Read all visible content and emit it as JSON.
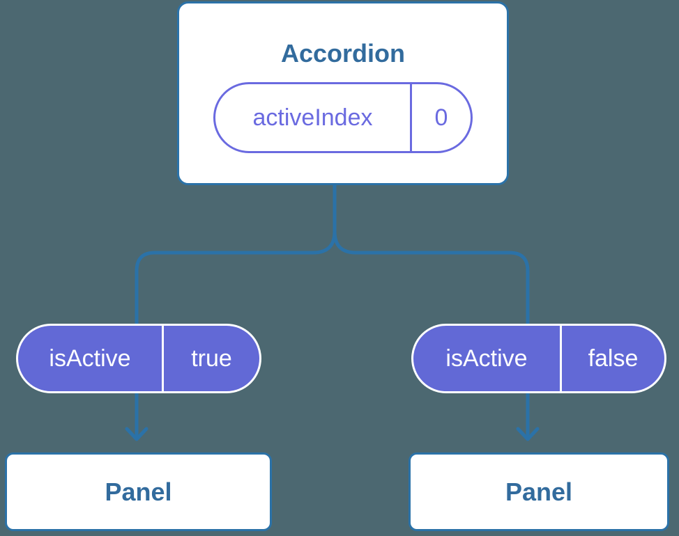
{
  "colors": {
    "background": "#4C6871",
    "line_blue": "#2B72A8",
    "text_blue": "#326B9D",
    "pill_fill_purple": "#6269D6",
    "pill_outline_purple": "#6A6AE0",
    "card_white": "#FFFFFF"
  },
  "tree": {
    "root": {
      "title": "Accordion",
      "state": {
        "name": "activeIndex",
        "value": "0"
      }
    },
    "children": [
      {
        "prop": {
          "name": "isActive",
          "value": "true"
        },
        "component": {
          "title": "Panel"
        }
      },
      {
        "prop": {
          "name": "isActive",
          "value": "false"
        },
        "component": {
          "title": "Panel"
        }
      }
    ]
  }
}
